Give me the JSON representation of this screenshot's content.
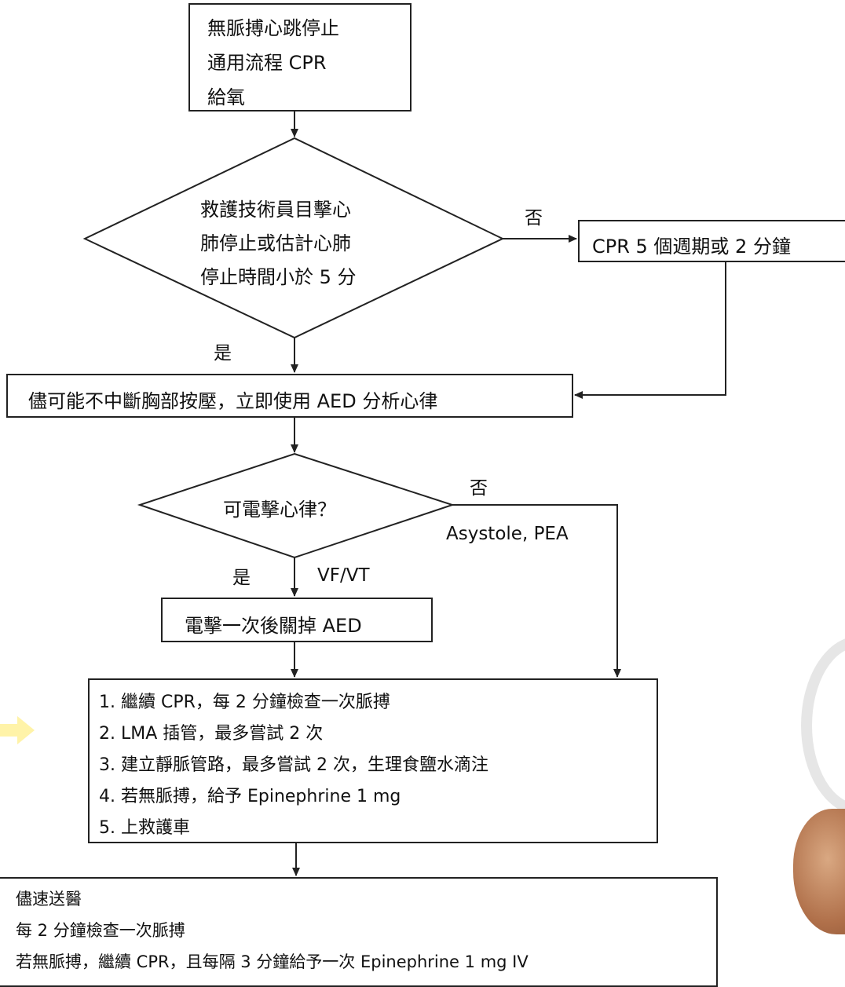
{
  "start_box": {
    "lines": [
      "無脈搏心跳停止",
      "通用流程 CPR",
      "給氧"
    ]
  },
  "decision1": {
    "lines": [
      "救護技術員目擊心",
      "肺停止或估計心肺",
      "停止時間小於 5 分"
    ]
  },
  "decision1_no_label": "否",
  "decision1_yes_label": "是",
  "cpr_box": {
    "text": "CPR 5 個週期或 2 分鐘"
  },
  "aed_box": {
    "text": "儘可能不中斷胸部按壓，立即使用 AED 分析心律"
  },
  "decision2": {
    "text": "可電擊心律？"
  },
  "decision2_no_label": "否",
  "decision2_no_sub": "Asystole, PEA",
  "decision2_yes_label": "是",
  "decision2_yes_sub": "VF/VT",
  "shock_box": {
    "text": "電擊一次後關掉 AED"
  },
  "steps_box": {
    "items": [
      "1.  繼續 CPR，每 2 分鐘檢查一次脈搏",
      "2. LMA 插管，最多嘗試 2 次",
      "3.  建立靜脈管路，最多嘗試 2 次，生理食鹽水滴注",
      "4.  若無脈搏，給予 Epinephrine 1 mg",
      "5.  上救護車"
    ]
  },
  "final_box": {
    "items": [
      "儘速送醫",
      "每 2 分鐘檢查一次脈搏",
      "若無脈搏，繼續 CPR，且每隔 3 分鐘給予一次 Epinephrine 1 mg IV"
    ]
  },
  "colors": {
    "line": "#222222",
    "arrow_deco": "#fff3a8",
    "bg": "#ffffff"
  }
}
